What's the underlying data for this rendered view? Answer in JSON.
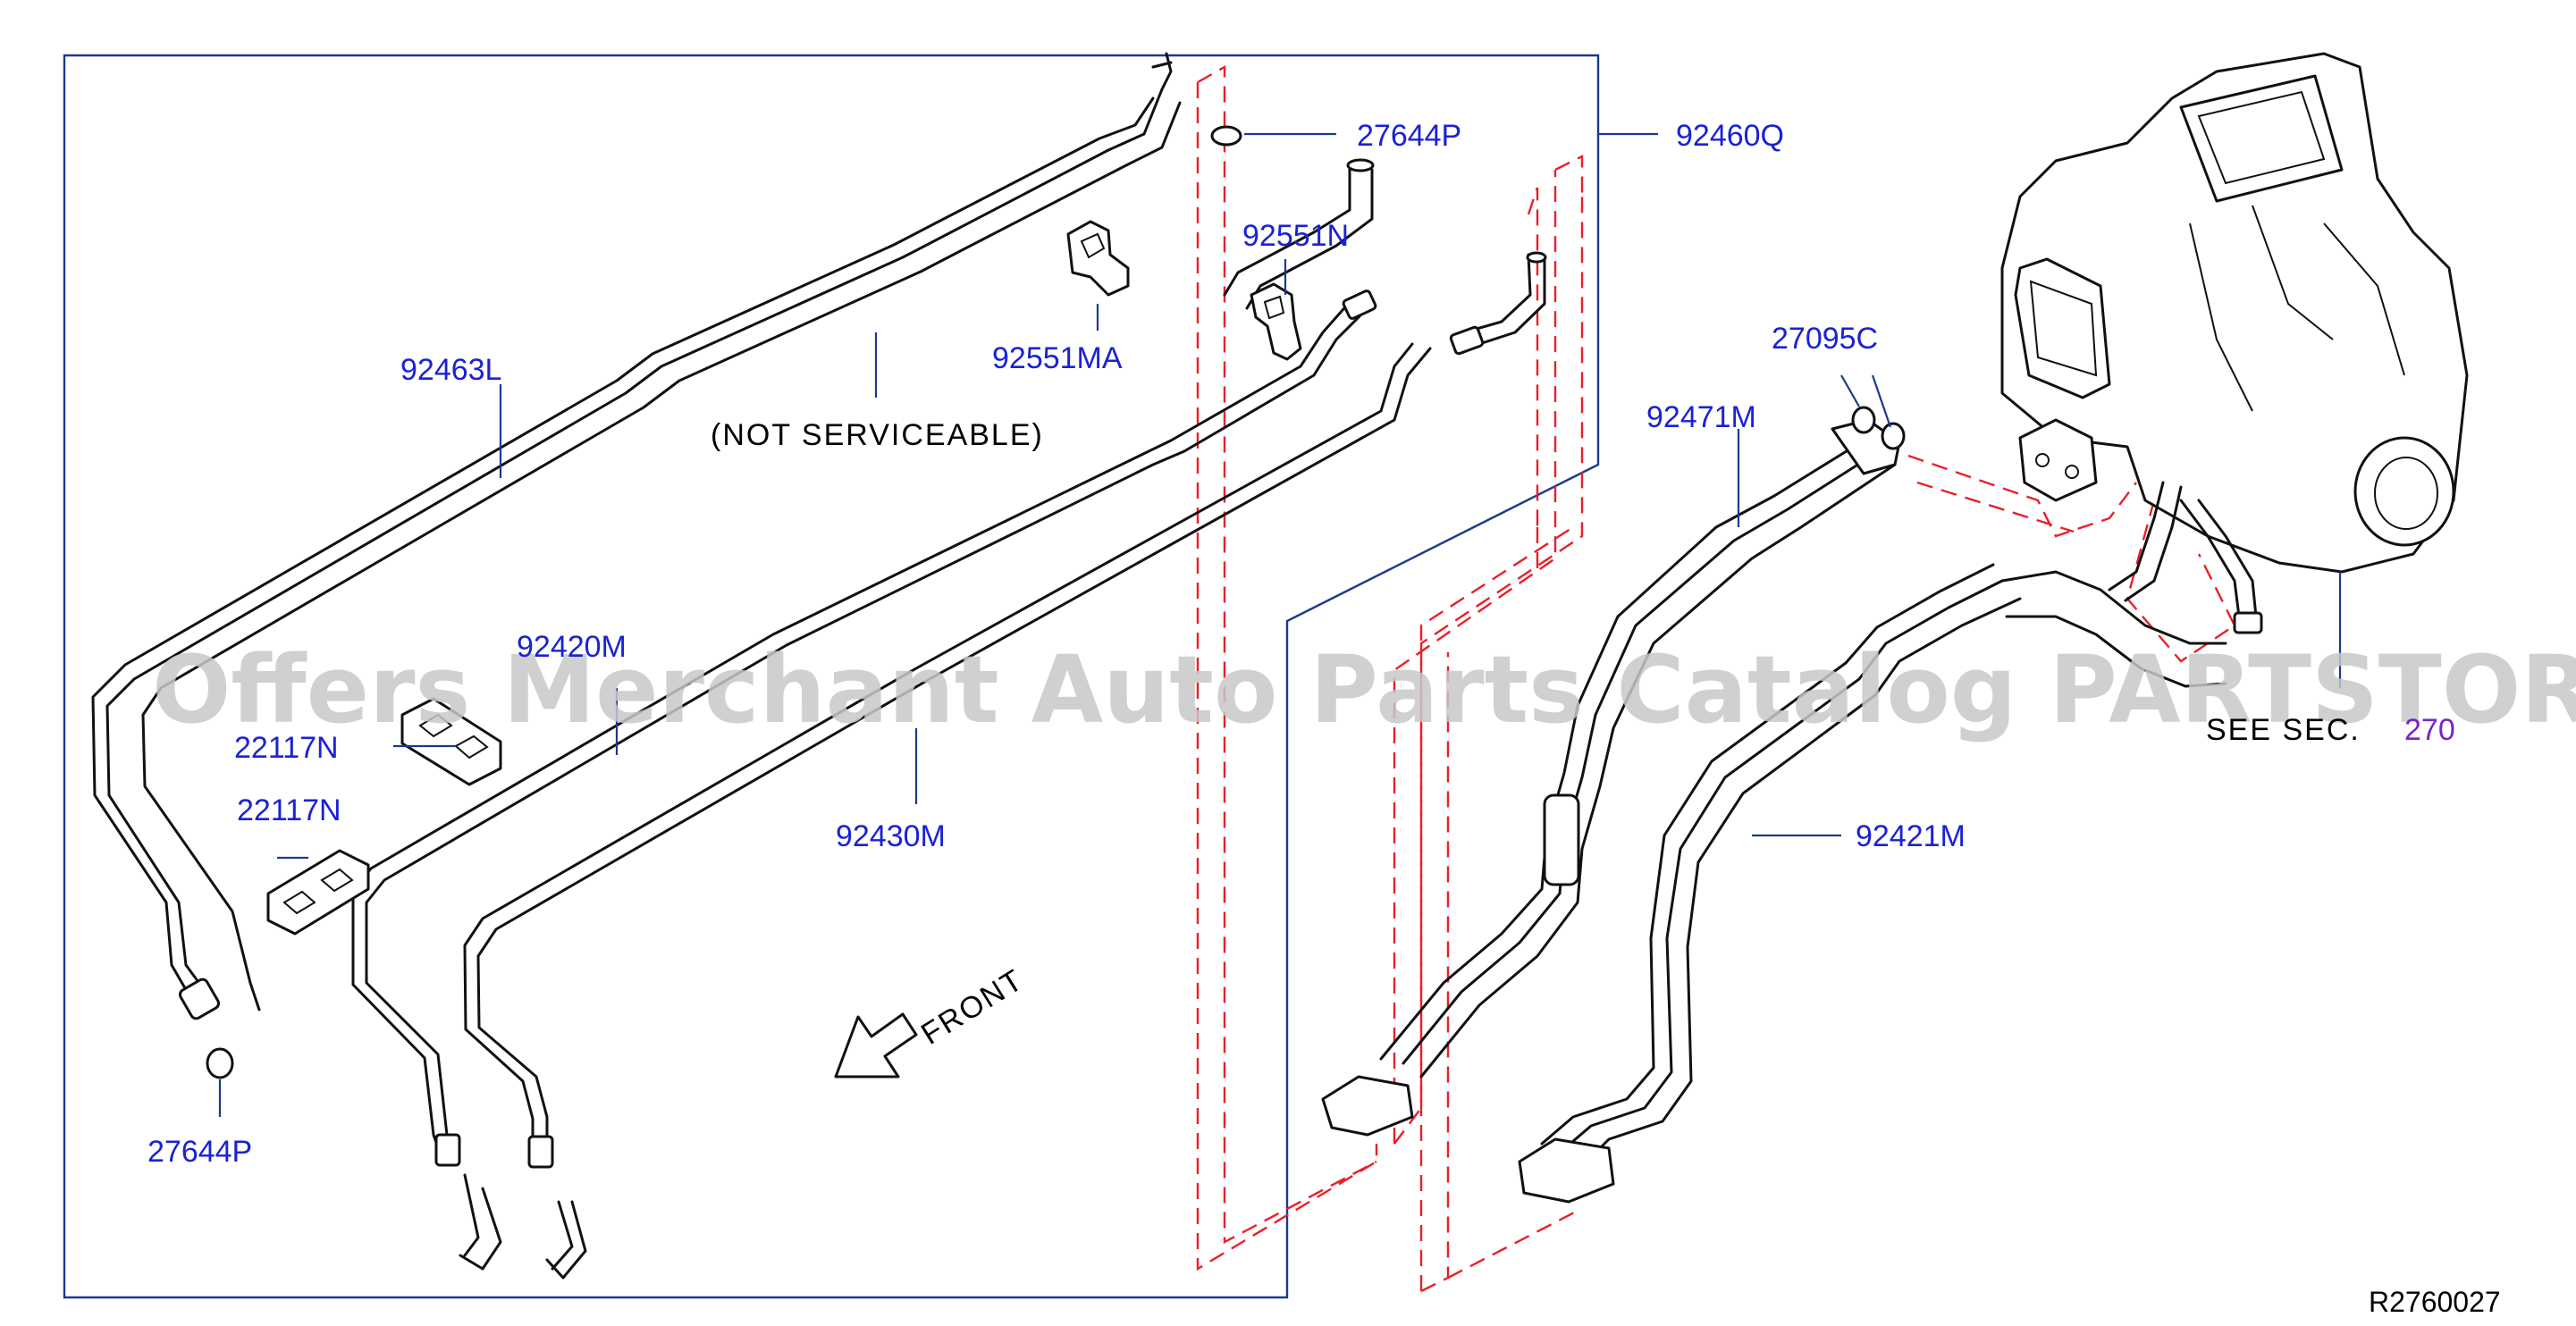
{
  "callouts": {
    "p27644p_top": "27644P",
    "p92460q": "92460Q",
    "p92551n": "92551N",
    "p92551ma": "92551MA",
    "p92463l": "92463L",
    "not_serviceable": "(NOT   SERVICEABLE)",
    "p27095c": "27095C",
    "p92471m": "92471M",
    "p92420m": "92420M",
    "p22117n_a": "22117N",
    "p22117n_b": "22117N",
    "p92430m": "92430M",
    "p92421m": "92421M",
    "p27644p_bottom": "27644P",
    "see_sec": "SEE   SEC.",
    "sec_number": "270",
    "front": "FRONT"
  },
  "watermark": "Offers Merchant Auto Parts Catalog PARTSTORE.SA",
  "reference_code": "R2760027",
  "colors": {
    "callout": "#1a22d6",
    "leader": "#1a3a8c",
    "dashed": "#e8202a",
    "section_link": "#7a22c9"
  }
}
